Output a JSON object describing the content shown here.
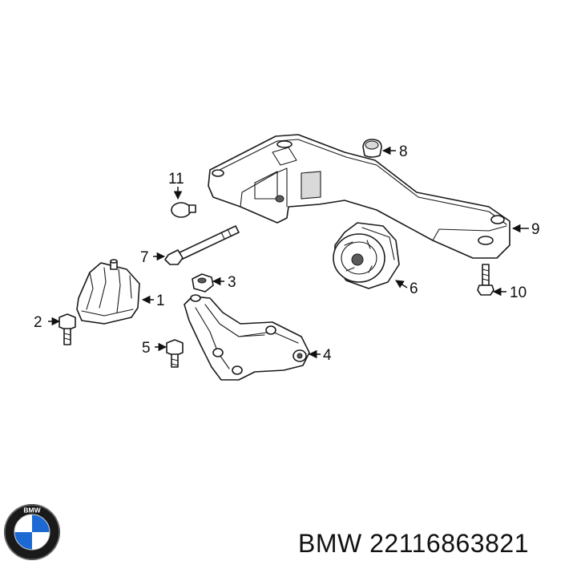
{
  "caption": {
    "brand": "BMW",
    "part_number": "22116863821"
  },
  "callouts": [
    {
      "id": "1",
      "label": "1"
    },
    {
      "id": "2",
      "label": "2"
    },
    {
      "id": "3",
      "label": "3"
    },
    {
      "id": "4",
      "label": "4"
    },
    {
      "id": "5",
      "label": "5"
    },
    {
      "id": "6",
      "label": "6"
    },
    {
      "id": "7",
      "label": "7"
    },
    {
      "id": "8",
      "label": "8"
    },
    {
      "id": "9",
      "label": "9"
    },
    {
      "id": "10",
      "label": "10"
    },
    {
      "id": "11",
      "label": "11"
    }
  ],
  "logo": {
    "icon": "bmw-roundel-logo",
    "text": "BMW",
    "colors": {
      "ring": "#1a1a1a",
      "blue": "#1c69d4",
      "white": "#ffffff"
    }
  }
}
